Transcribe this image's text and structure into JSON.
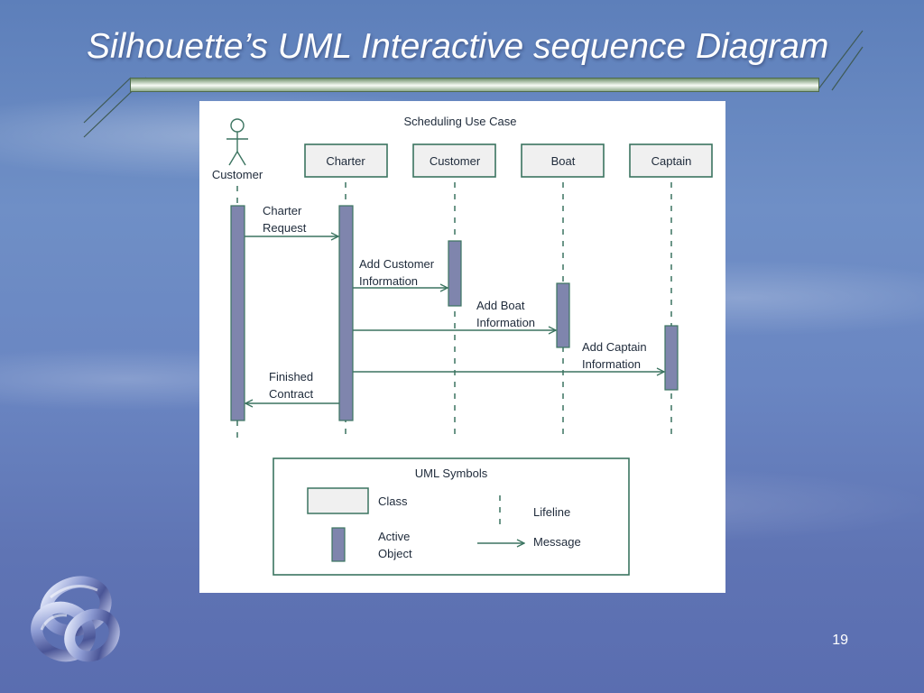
{
  "slide": {
    "title": "Silhouette’s UML Interactive sequence Diagram",
    "page_number": "19"
  },
  "diagram": {
    "heading": "Scheduling Use Case",
    "actor": {
      "label": "Customer"
    },
    "classes": [
      {
        "label": "Charter"
      },
      {
        "label": "Customer"
      },
      {
        "label": "Boat"
      },
      {
        "label": "Captain"
      }
    ],
    "messages": [
      {
        "line1": "Charter",
        "line2": "Request"
      },
      {
        "line1": "Add Customer",
        "line2": "Information"
      },
      {
        "line1": "Add Boat",
        "line2": "Information"
      },
      {
        "line1": "Add Captain",
        "line2": "Information"
      },
      {
        "line1": "Finished",
        "line2": "Contract"
      }
    ],
    "legend": {
      "title": "UML Symbols",
      "class_label": "Class",
      "active_object_line1": "Active",
      "active_object_line2": "Object",
      "lifeline_label": "Lifeline",
      "message_label": "Message"
    },
    "colors": {
      "stroke": "#3b7460",
      "activation": "#7f85ad",
      "box_fill": "#f0f0f0",
      "text": "#1e2a3a"
    }
  }
}
